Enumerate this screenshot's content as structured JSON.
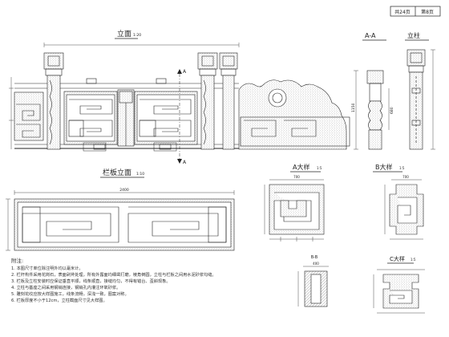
{
  "title_block": {
    "cell_left": "共24页",
    "cell_right": "第8页"
  },
  "views": {
    "elevation": {
      "title": "立面",
      "scale": "1:20"
    },
    "panel_elevation": {
      "title": "栏板立面",
      "scale": "1:10",
      "dim_width": "2400"
    },
    "section_aa": {
      "title": "A-A",
      "dim_height": "1150",
      "dim_mid": "680"
    },
    "column": {
      "title": "立柱"
    },
    "detail_a": {
      "title": "A大样",
      "scale": "1:5",
      "dim_top": "700"
    },
    "detail_b": {
      "title": "B大样",
      "scale": "1:5",
      "dim_top": "700"
    },
    "detail_c": {
      "title": "C大样",
      "scale": "1:5"
    },
    "section_bb": {
      "title": "B-B",
      "dim_width": "400"
    }
  },
  "section_marks": {
    "label": "A"
  },
  "notes": {
    "heading": "附注:",
    "items": [
      "1. 本图尺寸单位除注明外均以毫米计。",
      "2. 栏杆构件采用花岗石，表面剁斧处理，所有外露面均细凿打磨，棱角倒圆，立柱与栏板之间用水泥砂浆勾缝。",
      "3. 栏板及立柱安装时应保证垂直平顺，线条顺直，接缝均匀，不得有错台、歪斜现象。",
      "4. 立柱与基座之间采用钢销连接，钢销孔内灌注环氧砂浆。",
      "5. 雕刻花纹应按大样图施工，线条流畅，深浅一致，图案对称。",
      "6. 栏板厚度不小于12cm，立柱截面尺寸见大样图。"
    ]
  },
  "colors": {
    "line": "#222222",
    "hatch": "#777777"
  }
}
